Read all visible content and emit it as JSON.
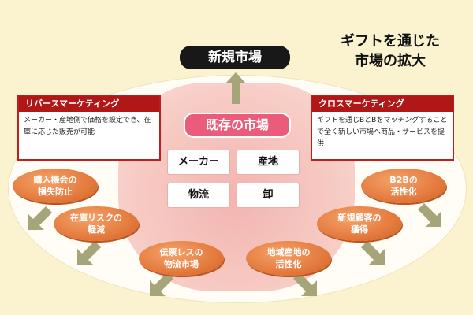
{
  "headline": {
    "line1": "ギフトを通じた",
    "line2": "市場の拡大"
  },
  "new_market": "新規市場",
  "existing_market": "既存の市場",
  "market_cells": [
    "メーカー",
    "産地",
    "物流",
    "卸"
  ],
  "reverse_marketing": {
    "title": "リバースマーケティング",
    "body": "メーカー・産地側で価格を設定でき、在庫に応じた販売が可能"
  },
  "cross_marketing": {
    "title": "クロスマーケティング",
    "body": "ギフトを通じBとBをマッチングすることで全く新しい市場へ商品・サービスを提供"
  },
  "benefits": [
    {
      "line1": "購入機会の",
      "line2": "損失防止"
    },
    {
      "line1": "在庫リスクの",
      "line2": "軽減"
    },
    {
      "line1": "伝票レスの",
      "line2": "物流市場"
    },
    {
      "line1": "地域産地の",
      "line2": "活性化"
    },
    {
      "line1": "新規顧客の",
      "line2": "獲得"
    },
    {
      "line1": "B2Bの",
      "line2": "活性化"
    }
  ],
  "colors": {
    "background": "#fbf3cf",
    "market_fill": "#f6c9c2",
    "existing_label": "#ea5c7a",
    "side_header": "#b01818",
    "pill": "#e47a3e",
    "arrow": "#a6a57a"
  }
}
